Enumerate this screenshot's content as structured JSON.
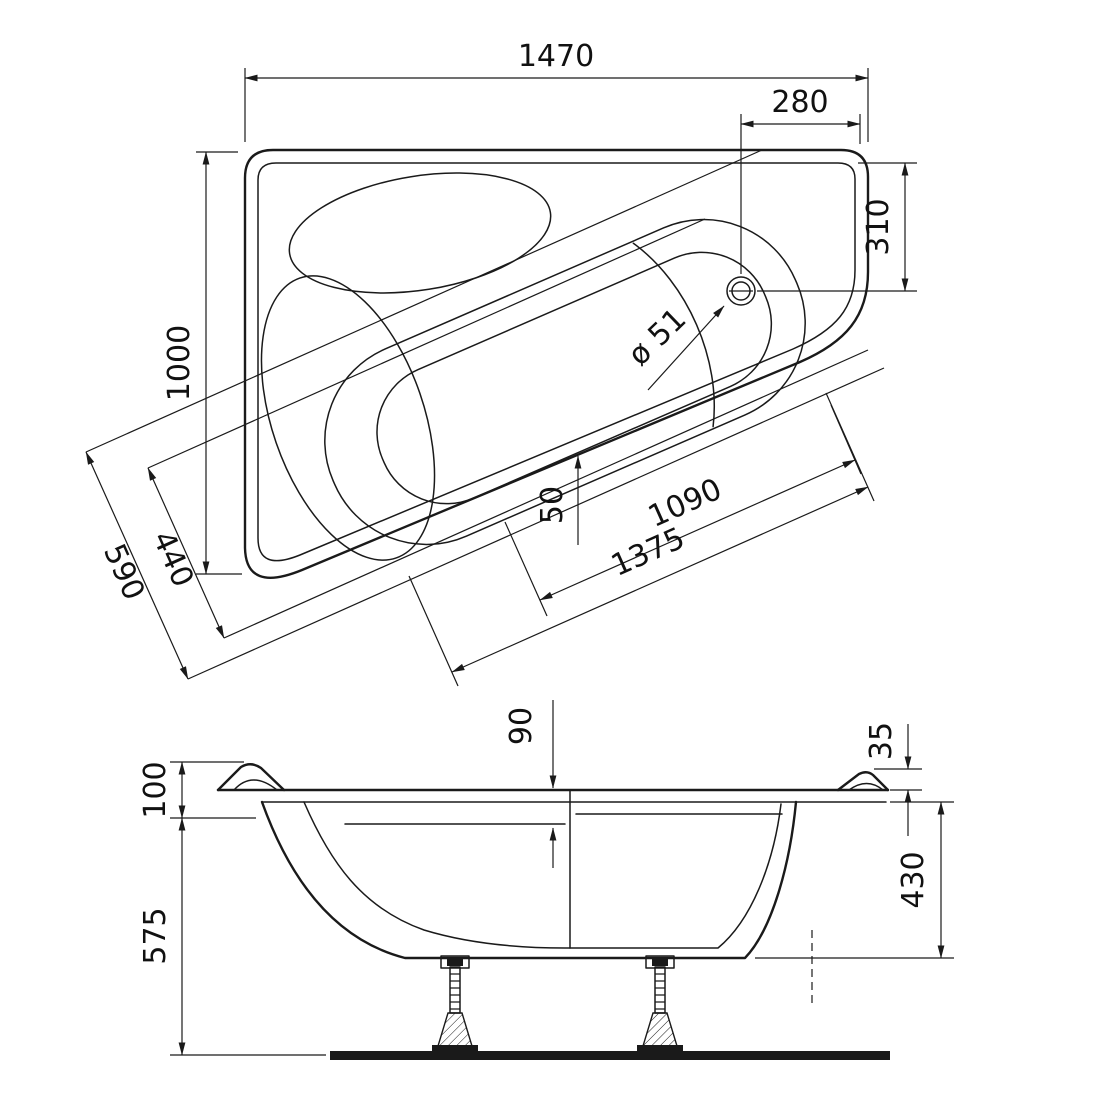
{
  "drawing": {
    "background_color": "#ffffff",
    "line_color": "#1a1a1a"
  },
  "top_view": {
    "dims": {
      "overall_length": "1470",
      "drain_offset_from_edge": "280",
      "drain_offset_from_top": "310",
      "overall_width": "1000",
      "narrow_end_outer_width": "590",
      "narrow_end_inner_width": "440",
      "drain_diameter": "ø 51",
      "floor_offset": "50",
      "basin_length": "1090",
      "slant_edge_length": "1375"
    }
  },
  "side_view": {
    "dims": {
      "rim_height": "100",
      "skirt_height": "575",
      "rim_to_seat_depth": "90",
      "rim_lip_height": "35",
      "shell_height": "430"
    }
  }
}
